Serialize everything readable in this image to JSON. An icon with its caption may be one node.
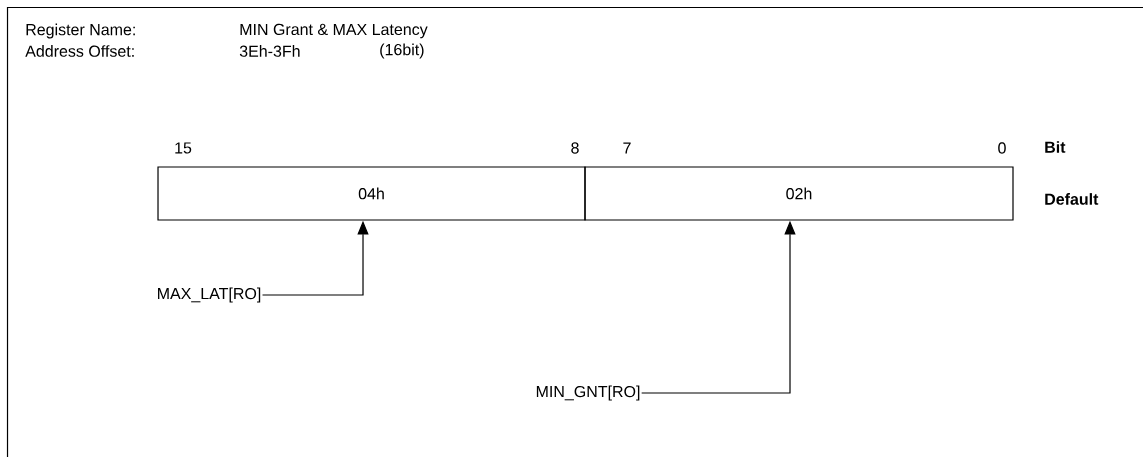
{
  "diagram": {
    "nodes": [
      {
        "text": [
          "04h"
        ]
      },
      {
        "text": [
          "02h"
        ]
      },
      {
        "text": [
          "MAX_LAT[RO]"
        ]
      },
      {
        "text": [
          "MIN_GNT[RO]"
        ]
      }
    ],
    "edges": [
      {
        "from": 2,
        "to": 0,
        "arrow": "to"
      },
      {
        "from": 3,
        "to": 1,
        "arrow": "to"
      }
    ],
    "labels": [
      "Register Name:",
      "MIN Grant & MAX Latency",
      "Address Offset:",
      "3Eh-3Fh",
      "(16bit)",
      "15",
      "8",
      "7",
      "0",
      "Bit",
      "Default"
    ]
  }
}
